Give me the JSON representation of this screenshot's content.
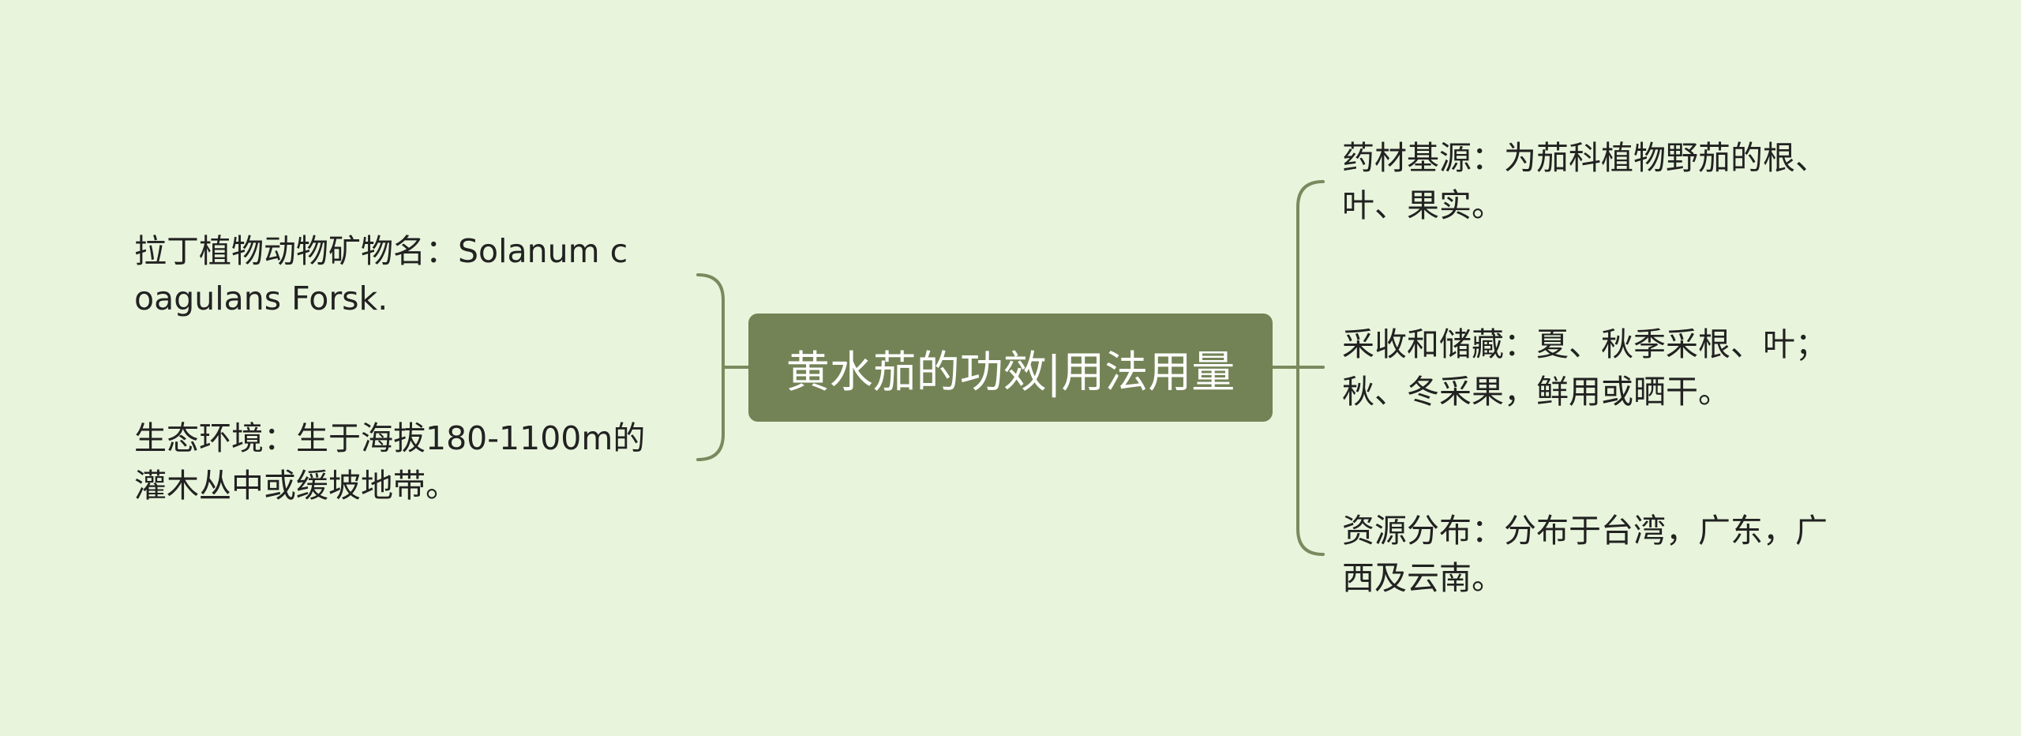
{
  "center": {
    "title": "黄水茄的功效|用法用量"
  },
  "left_nodes": [
    {
      "lines": [
        "拉丁植物动物矿物名：Solanum c",
        "oagulans Forsk."
      ]
    },
    {
      "lines": [
        "生态环境：生于海拔180-1100m的",
        "灌木丛中或缓坡地带。"
      ]
    }
  ],
  "right_nodes": [
    {
      "lines": [
        "药材基源：为茄科植物野茄的根、",
        "叶、果实。"
      ]
    },
    {
      "lines": [
        "采收和储藏：夏、秋季采根、叶；",
        "秋、冬采果，鲜用或晒干。"
      ]
    },
    {
      "lines": [
        "资源分布：分布于台湾，广东，广",
        "西及云南。"
      ]
    }
  ],
  "colors": {
    "background": "#e8f5dc",
    "center_fill": "#738356",
    "connector": "#7a8a5e",
    "text": "#222222"
  }
}
